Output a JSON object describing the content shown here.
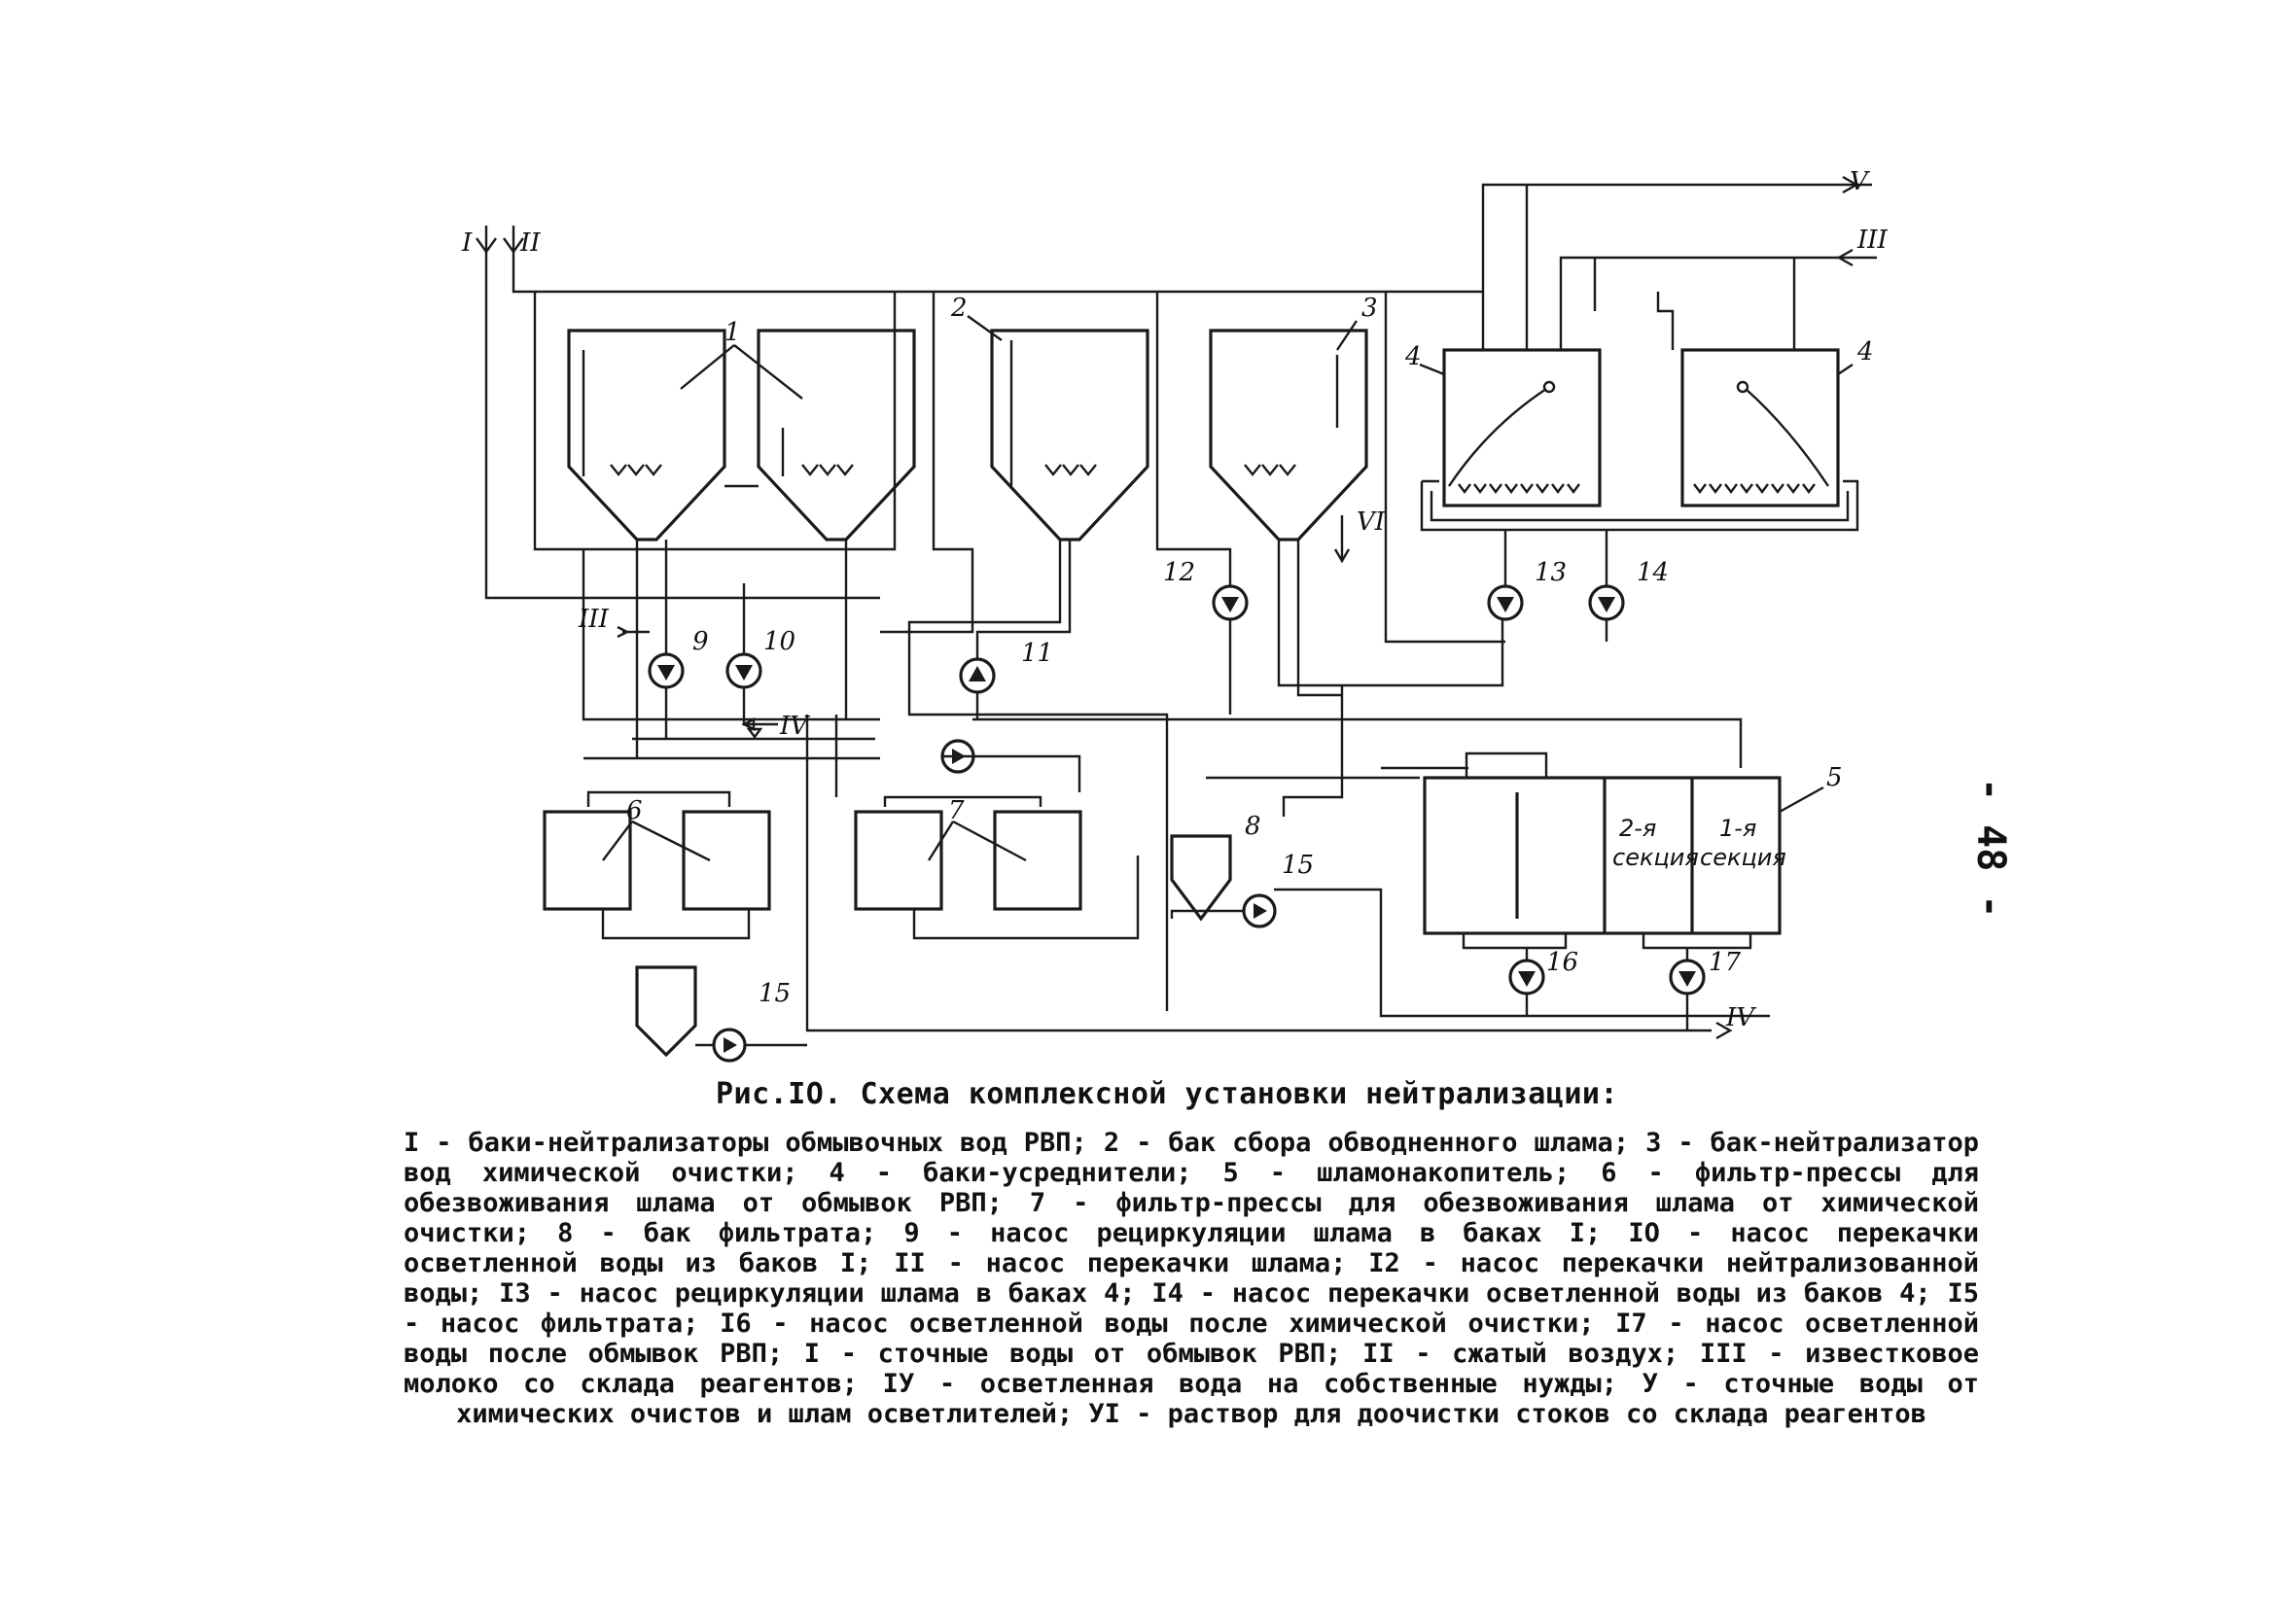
{
  "figure": {
    "caption": "Рис.IO. Схема комплексной установки нейтрализации:",
    "legend": "I - баки-нейтрализаторы обмывочных вод РВП; 2 - бак сбора обводненного шлама; 3 - бак-нейтрализатор вод химической очистки; 4 - баки-усреднители; 5 - шламонакопитель; 6 - фильтр-прессы для обезвоживания шлама от обмывок РВП; 7 - фильтр-прессы для обезвоживания шлама от химической очистки; 8 - бак фильтрата; 9 - насос рециркуляции шлама в баках I; IO - насос перекачки осветленной воды из баков I; II - насос перекачки шлама; I2 - насос перекачки нейтрализованной воды; I3 - насос рециркуляции шлама в баках 4; I4 - насос перекачки осветленной воды из баков 4; I5 - насос фильтрата; I6 - насос осветленной воды после химической очистки; I7 - насос осветленной воды после обмывок РВП; I - сточные воды от обмывок РВП; II - сжатый воздух; III - известковое молоко со склада реагентов; IУ - осветленная вода на собственные нужды; У - сточные воды от химических очистов и шлам осветлителей; УI - раствор для доочистки стоков со склада реагентов",
    "page_number": "- 48 -"
  },
  "labels": {
    "stream_I": "I",
    "stream_II": "II",
    "stream_III_left": "III",
    "stream_III_right": "III",
    "stream_IV_mid": "IV",
    "stream_IV_bottom": "IV",
    "stream_V": "V",
    "stream_VI": "VI",
    "n1": "1",
    "n2": "2",
    "n3": "3",
    "n4a": "4",
    "n4b": "4",
    "n5": "5",
    "n6": "6",
    "n7": "7",
    "n8": "8",
    "n9": "9",
    "n10": "10",
    "n11": "11",
    "n12": "12",
    "n13": "13",
    "n14": "14",
    "n15a": "15",
    "n15b": "15",
    "n16": "16",
    "n17": "17",
    "section2_line1": "2-я",
    "section2_line2": "секция",
    "section1_line1": "1-я",
    "section1_line2": "секция"
  }
}
